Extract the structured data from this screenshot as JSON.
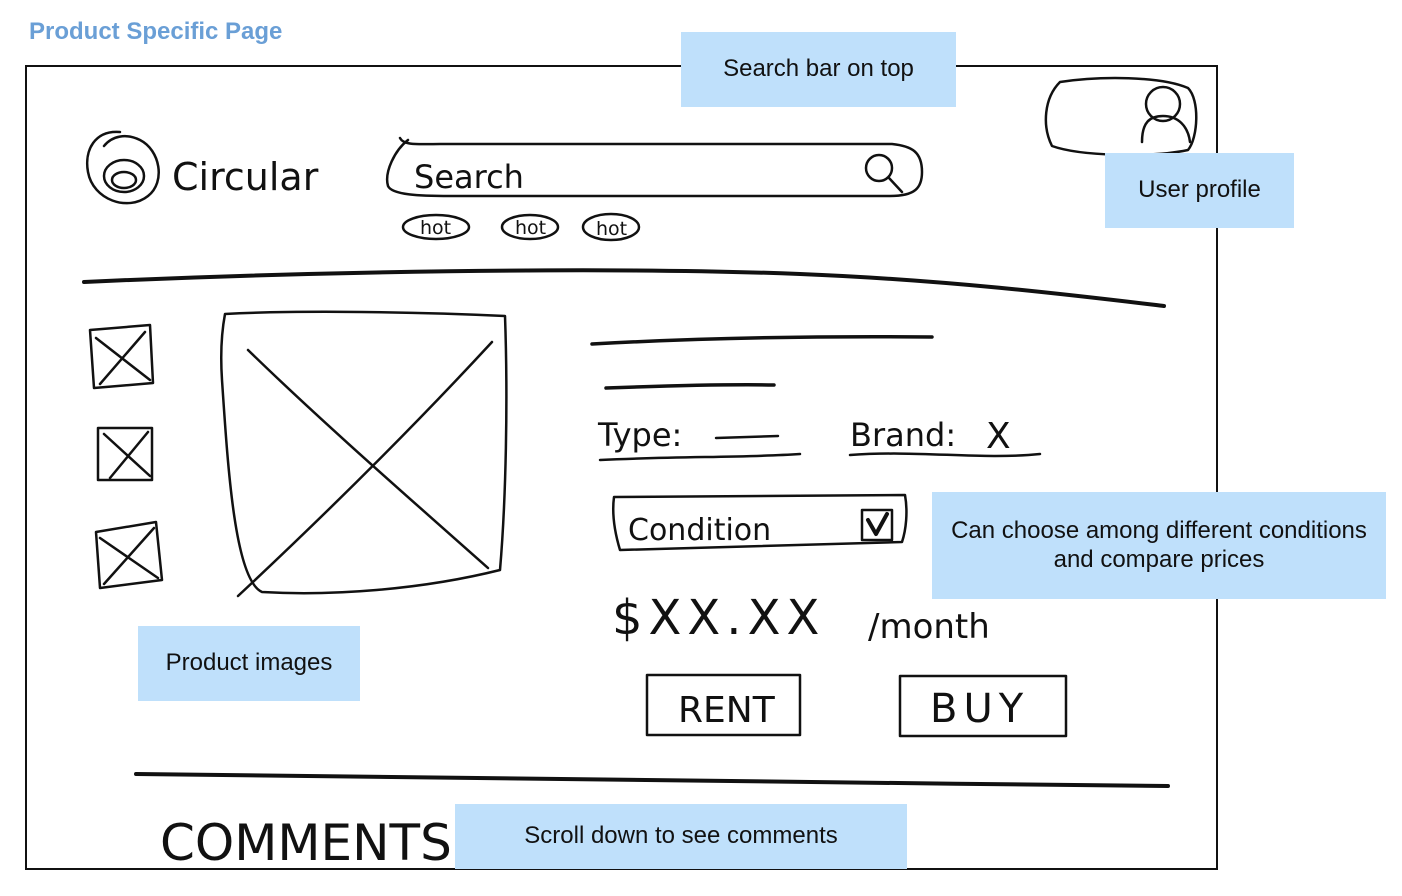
{
  "page_heading": "Product Specific Page",
  "header": {
    "logo_text": "Circular",
    "search_placeholder": "Search",
    "tags": [
      "hot",
      "hot",
      "hot"
    ]
  },
  "product": {
    "type_label": "Type:",
    "brand_label": "Brand:",
    "brand_value": "X",
    "condition_label": "Condition",
    "price": "$XX.XX",
    "price_unit": "/month",
    "rent_label": "RENT",
    "buy_label": "BUY"
  },
  "comments_label": "COMMENTS",
  "annotations": {
    "search_bar": "Search bar on top",
    "user_profile": "User profile",
    "conditions": "Can choose among different conditions and compare prices",
    "product_images": "Product images",
    "comments": "Scroll down to see comments"
  },
  "colors": {
    "heading": "#6a9fd6",
    "note_bg": "#bfe0fb",
    "ink": "#111111"
  }
}
